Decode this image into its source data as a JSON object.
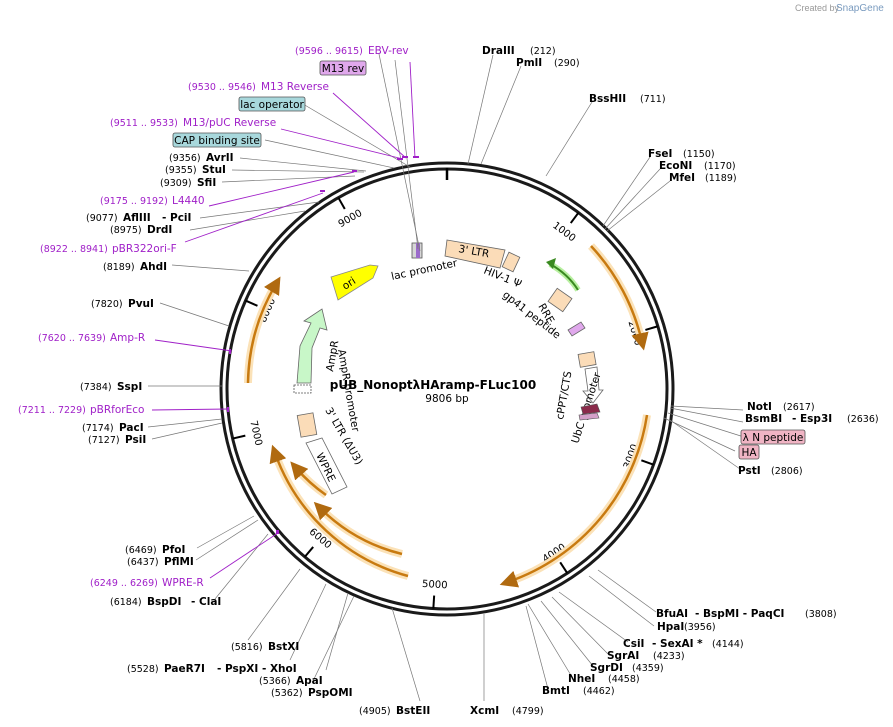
{
  "brand": {
    "created_by": "Created by",
    "name": "SnapGene"
  },
  "plasmid": {
    "name": "pUB_NonoptλHAramp-FLuc100",
    "size_label": "9806 bp",
    "length": 9806
  },
  "ticks": [
    "1000",
    "2000",
    "3000",
    "4000",
    "5000",
    "6000",
    "7000",
    "8000",
    "9000"
  ],
  "boxed_labels": {
    "m13rev": "M13 rev",
    "lac_operator": "lac operator",
    "cap_site": "CAP binding site",
    "lambda_n": "λ N peptide",
    "ha": "HA"
  },
  "primers": [
    {
      "range": "(9596 .. 9615)",
      "name": "EBV-rev"
    },
    {
      "range": "(9530 .. 9546)",
      "name": "M13 Reverse"
    },
    {
      "range": "(9511 .. 9533)",
      "name": "M13/pUC Reverse"
    },
    {
      "range": "(9175 .. 9192)",
      "name": "L4440"
    },
    {
      "range": "(8922 .. 8941)",
      "name": "pBR322ori-F"
    },
    {
      "range": "(7620 .. 7639)",
      "name": "Amp-R"
    },
    {
      "range": "(7211 .. 7229)",
      "name": "pBRforEco"
    },
    {
      "range": "(6249 .. 6269)",
      "name": "WPRE-R"
    }
  ],
  "sites_left": [
    {
      "pos": "(9356)",
      "name": "AvrII"
    },
    {
      "pos": "(9355)",
      "name": "StuI"
    },
    {
      "pos": "(9309)",
      "name": "SfiI"
    },
    {
      "pos": "(9077)",
      "name": "AflIII",
      "extra": "- PciI"
    },
    {
      "pos": "(8975)",
      "name": "DrdI"
    },
    {
      "pos": "(8189)",
      "name": "AhdI"
    },
    {
      "pos": "(7820)",
      "name": "PvuI"
    },
    {
      "pos": "(7384)",
      "name": "SspI"
    },
    {
      "pos": "(7174)",
      "name": "PacI"
    },
    {
      "pos": "(7127)",
      "name": "PsiI"
    },
    {
      "pos": "(6469)",
      "name": "PfoI"
    },
    {
      "pos": "(6437)",
      "name": "PflMI"
    },
    {
      "pos": "(6184)",
      "name": "BspDI",
      "extra": "- ClaI"
    },
    {
      "pos": "(5816)",
      "name": "BstXI"
    },
    {
      "pos": "(5528)",
      "name": "PaeR7I",
      "extra": "- PspXI  - XhoI"
    },
    {
      "pos": "(5366)",
      "name": "ApaI"
    },
    {
      "pos": "(5362)",
      "name": "PspOMI"
    },
    {
      "pos": "(4905)",
      "name": "BstEII"
    }
  ],
  "sites_right": [
    {
      "name": "DraIII",
      "pos": "(212)"
    },
    {
      "name": "PmlI",
      "pos": "(290)"
    },
    {
      "name": "BssHII",
      "pos": "(711)"
    },
    {
      "name": "FseI",
      "pos": "(1150)"
    },
    {
      "name": "EcoNI",
      "pos": "(1170)"
    },
    {
      "name": "MfeI",
      "pos": "(1189)"
    },
    {
      "name": "NotI",
      "pos": "(2617)"
    },
    {
      "name": "BsmBI",
      "extra": "- Esp3I",
      "pos": "(2636)"
    },
    {
      "name": "PstI",
      "pos": "(2806)"
    },
    {
      "name": "BfuAI",
      "extra": "- BspMI  - PaqCI",
      "pos": "(3808)"
    },
    {
      "name": "HpaI",
      "pos": "(3956)"
    },
    {
      "name": "CsiI",
      "extra": "- SexAI *",
      "pos": "(4144)"
    },
    {
      "name": "SgrAI",
      "pos": "(4233)"
    },
    {
      "name": "SgrDI",
      "pos": "(4359)"
    },
    {
      "name": "NheI",
      "pos": "(4458)"
    },
    {
      "name": "BmtI",
      "pos": "(4462)"
    },
    {
      "name": "XcmI",
      "pos": "(4799)"
    }
  ],
  "features": {
    "ltr3": "3' LTR",
    "lac_promoter": "lac promoter",
    "hiv_psi": "HIV-1 Ψ",
    "rre": "RRE",
    "gp41": "gp41 peptide",
    "cppt": "cPPT/CTS",
    "ubc": "UbC promoter",
    "ori": "ori",
    "ampr": "AmpR",
    "ampr_promoter": "AmpR promoter",
    "ltr3_du3": "3' LTR (ΔU3)",
    "wpre": "WPRE"
  },
  "colors": {
    "backbone": "#1a1a1a",
    "orf_fill": "#f2a020",
    "orf_glow": "#fbe2b8",
    "primer": "#a020c8",
    "ori": "#ffff00",
    "ampr": "#c8f7c8",
    "ltr": "#fbdcb8",
    "box_purple": "#e0a8ec",
    "box_teal": "#a8d8dc",
    "box_pink": "#f0b4c4"
  }
}
